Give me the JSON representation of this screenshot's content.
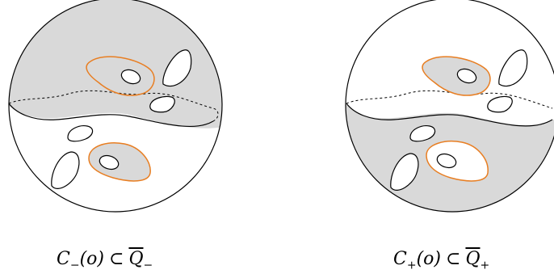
{
  "captions": {
    "left": {
      "symbol": "C",
      "sign": "−",
      "arg": "(o)",
      "op": "⊂",
      "set": "Q",
      "set_sign": "−"
    },
    "right": {
      "symbol": "C",
      "sign": "+",
      "arg": "(o)",
      "op": "⊂",
      "set": "Q",
      "set_sign": "+"
    }
  },
  "colors": {
    "shade": "#d9d9d9",
    "outline": "#000000",
    "highlight": "#e87e22",
    "hole_fill": "#ffffff"
  }
}
